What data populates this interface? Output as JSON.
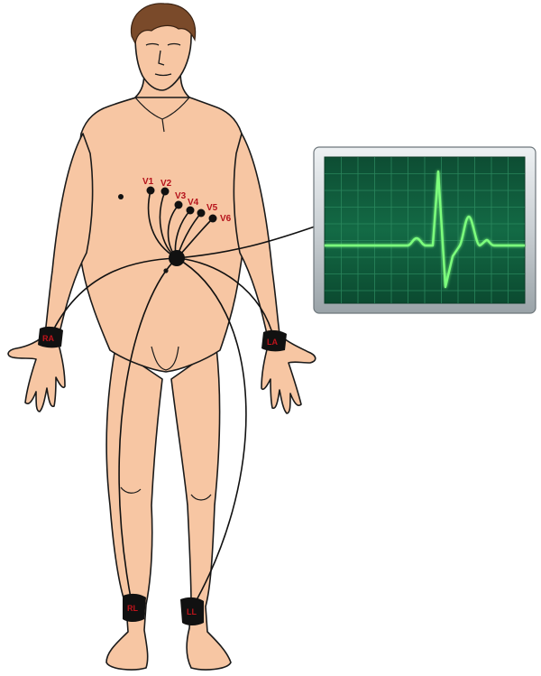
{
  "diagram": {
    "precordial_leads": [
      "V1",
      "V2",
      "V3",
      "V4",
      "V5",
      "V6"
    ],
    "limb_leads": {
      "right_arm": "RA",
      "left_arm": "LA",
      "right_leg": "RL",
      "left_leg": "LL"
    },
    "colors": {
      "skin": "#f7c6a3",
      "outline": "#1a1a1a",
      "hair": "#7a4a2a",
      "electrode": "#111111",
      "lead_label": "#b5121b",
      "monitor_bezel": "#c9cfd3",
      "monitor_screen": "#0f5a3a",
      "monitor_grid": "#2f8f63",
      "ecg_trace": "#7dff7d"
    },
    "icons": [
      "ecg-monitor-icon"
    ]
  }
}
